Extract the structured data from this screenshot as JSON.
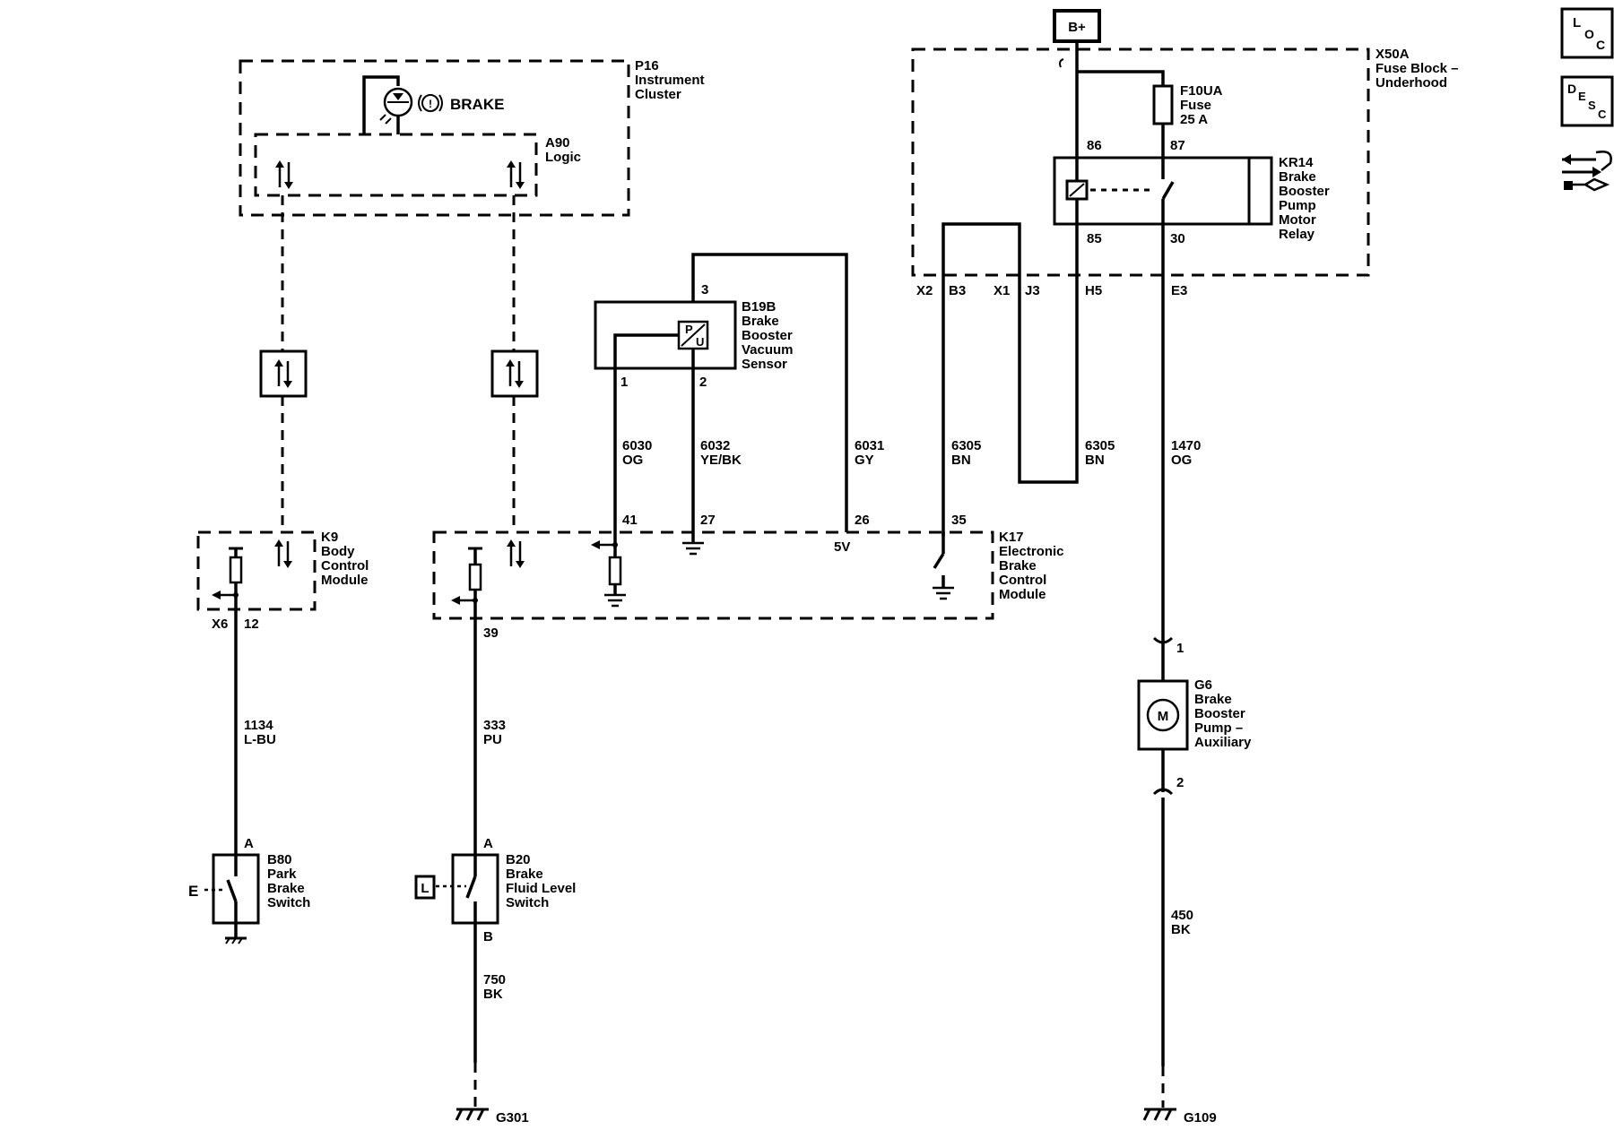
{
  "power": {
    "b_plus": "B+"
  },
  "side_icons": {
    "loc": {
      "l": "L",
      "o": "O",
      "c": "C"
    },
    "desc": {
      "d": "D",
      "e": "E",
      "s": "S",
      "c": "C"
    },
    "connector_icon": "connector-repair-icon"
  },
  "components": {
    "p16": {
      "id": "P16",
      "line1": "Instrument",
      "line2": "Cluster",
      "indicator": "BRAKE"
    },
    "a90": {
      "id": "A90",
      "line1": "Logic"
    },
    "x50a": {
      "id": "X50A",
      "line1": "Fuse Block –",
      "line2": "Underhood"
    },
    "f10ua": {
      "id": "F10UA",
      "line1": "Fuse",
      "line2": "25 A"
    },
    "kr14": {
      "id": "KR14",
      "line1": "Brake",
      "line2": "Booster",
      "line3": "Pump",
      "line4": "Motor",
      "line5": "Relay"
    },
    "b19b": {
      "id": "B19B",
      "line1": "Brake",
      "line2": "Booster",
      "line3": "Vacuum",
      "line4": "Sensor",
      "p": "P",
      "u": "U"
    },
    "k9": {
      "id": "K9",
      "line1": "Body",
      "line2": "Control",
      "line3": "Module"
    },
    "k17": {
      "id": "K17",
      "line1": "Electronic",
      "line2": "Brake",
      "line3": "Control",
      "line4": "Module",
      "v5": "5V"
    },
    "g6": {
      "id": "G6",
      "line1": "Brake",
      "line2": "Booster",
      "line3": "Pump –",
      "line4": "Auxiliary",
      "m": "M"
    },
    "b80": {
      "id": "B80",
      "line1": "Park",
      "line2": "Brake",
      "line3": "Switch",
      "e": "E"
    },
    "b20": {
      "id": "B20",
      "line1": "Brake",
      "line2": "Fluid Level",
      "line3": "Switch",
      "l": "L"
    }
  },
  "pins": {
    "r86": "86",
    "r87": "87",
    "r85": "85",
    "r30": "30",
    "x2": "X2",
    "b3": "B3",
    "x1": "X1",
    "j3": "J3",
    "h5": "H5",
    "e3": "E3",
    "s3": "3",
    "s1": "1",
    "s2": "2",
    "k41": "41",
    "k27": "27",
    "k26": "26",
    "k35": "35",
    "k39": "39",
    "x6": "X6",
    "p12": "12",
    "g1": "1",
    "g2": "2",
    "b80a": "A",
    "b20a": "A",
    "b20b": "B"
  },
  "wires": {
    "w6030": {
      "num": "6030",
      "color": "OG"
    },
    "w6032": {
      "num": "6032",
      "color": "YE/BK"
    },
    "w6031": {
      "num": "6031",
      "color": "GY"
    },
    "w6305a": {
      "num": "6305",
      "color": "BN"
    },
    "w6305b": {
      "num": "6305",
      "color": "BN"
    },
    "w1470": {
      "num": "1470",
      "color": "OG"
    },
    "w1134": {
      "num": "1134",
      "color": "L-BU"
    },
    "w333": {
      "num": "333",
      "color": "PU"
    },
    "w450": {
      "num": "450",
      "color": "BK"
    },
    "w750": {
      "num": "750",
      "color": "BK"
    }
  },
  "grounds": {
    "g301": "G301",
    "g109": "G109"
  }
}
